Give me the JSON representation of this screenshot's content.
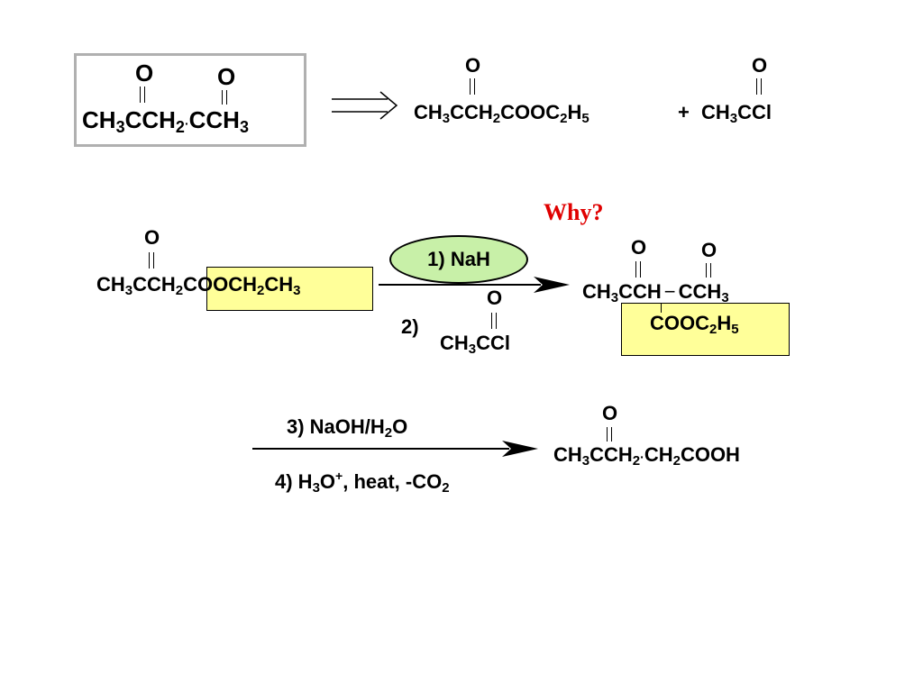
{
  "top": {
    "target": {
      "p1": "CH",
      "s1": "3",
      "p2": "CCH",
      "s2": "2",
      "p3": "CCH",
      "s3": "3",
      "o_left": "O",
      "o_right": "O",
      "dot": "·"
    },
    "synthon1": {
      "p1": "CH",
      "s1": "3",
      "p2": "CCH",
      "s2": "2",
      "p3": "COOC",
      "s3": "2",
      "p4": "H",
      "s4": "5",
      "o": "O"
    },
    "plus": "+",
    "synthon2": {
      "p1": "CH",
      "s1": "3",
      "p2": "CCl",
      "o": "O"
    }
  },
  "why": "Why?",
  "step1": {
    "reactant": {
      "p1": "CH",
      "s1": "3",
      "p2": "CCH",
      "s2": "2",
      "p3": "COOCH",
      "s3": "2",
      "p4": "CH",
      "s4": "3",
      "o": "O"
    },
    "reagent1": "1)  NaH",
    "reagent2_num": "2)",
    "reagent2": {
      "p1": "CH",
      "s1": "3",
      "p2": "CCl",
      "o": "O"
    },
    "product": {
      "p1": "CH",
      "s1": "3",
      "p2": "CCH",
      "bond": "−",
      "p3": "CCH",
      "s3": "3",
      "o_left": "O",
      "o_right": "O",
      "ester_p1": "COOC",
      "ester_s1": "2",
      "ester_p2": "H",
      "ester_s2": "5"
    }
  },
  "step2": {
    "reagent3": {
      "p1": "3)  NaOH/H",
      "s1": "2",
      "p2": "O"
    },
    "reagent4": {
      "p1": "4)  H",
      "s1": "3",
      "p2": "O",
      "sup": "+",
      "p3": ", heat, -CO",
      "s3": "2"
    },
    "product": {
      "p1": "CH",
      "s1": "3",
      "p2": "CCH",
      "s2": "2",
      "dot": "·",
      "p3": "CH",
      "s3": "2",
      "p4": "COOH",
      "o": "O"
    }
  },
  "colors": {
    "highlight": "#ffff99",
    "ellipse": "#c8f0a8",
    "why": "#e00000",
    "box_border": "#b0b0b0"
  }
}
